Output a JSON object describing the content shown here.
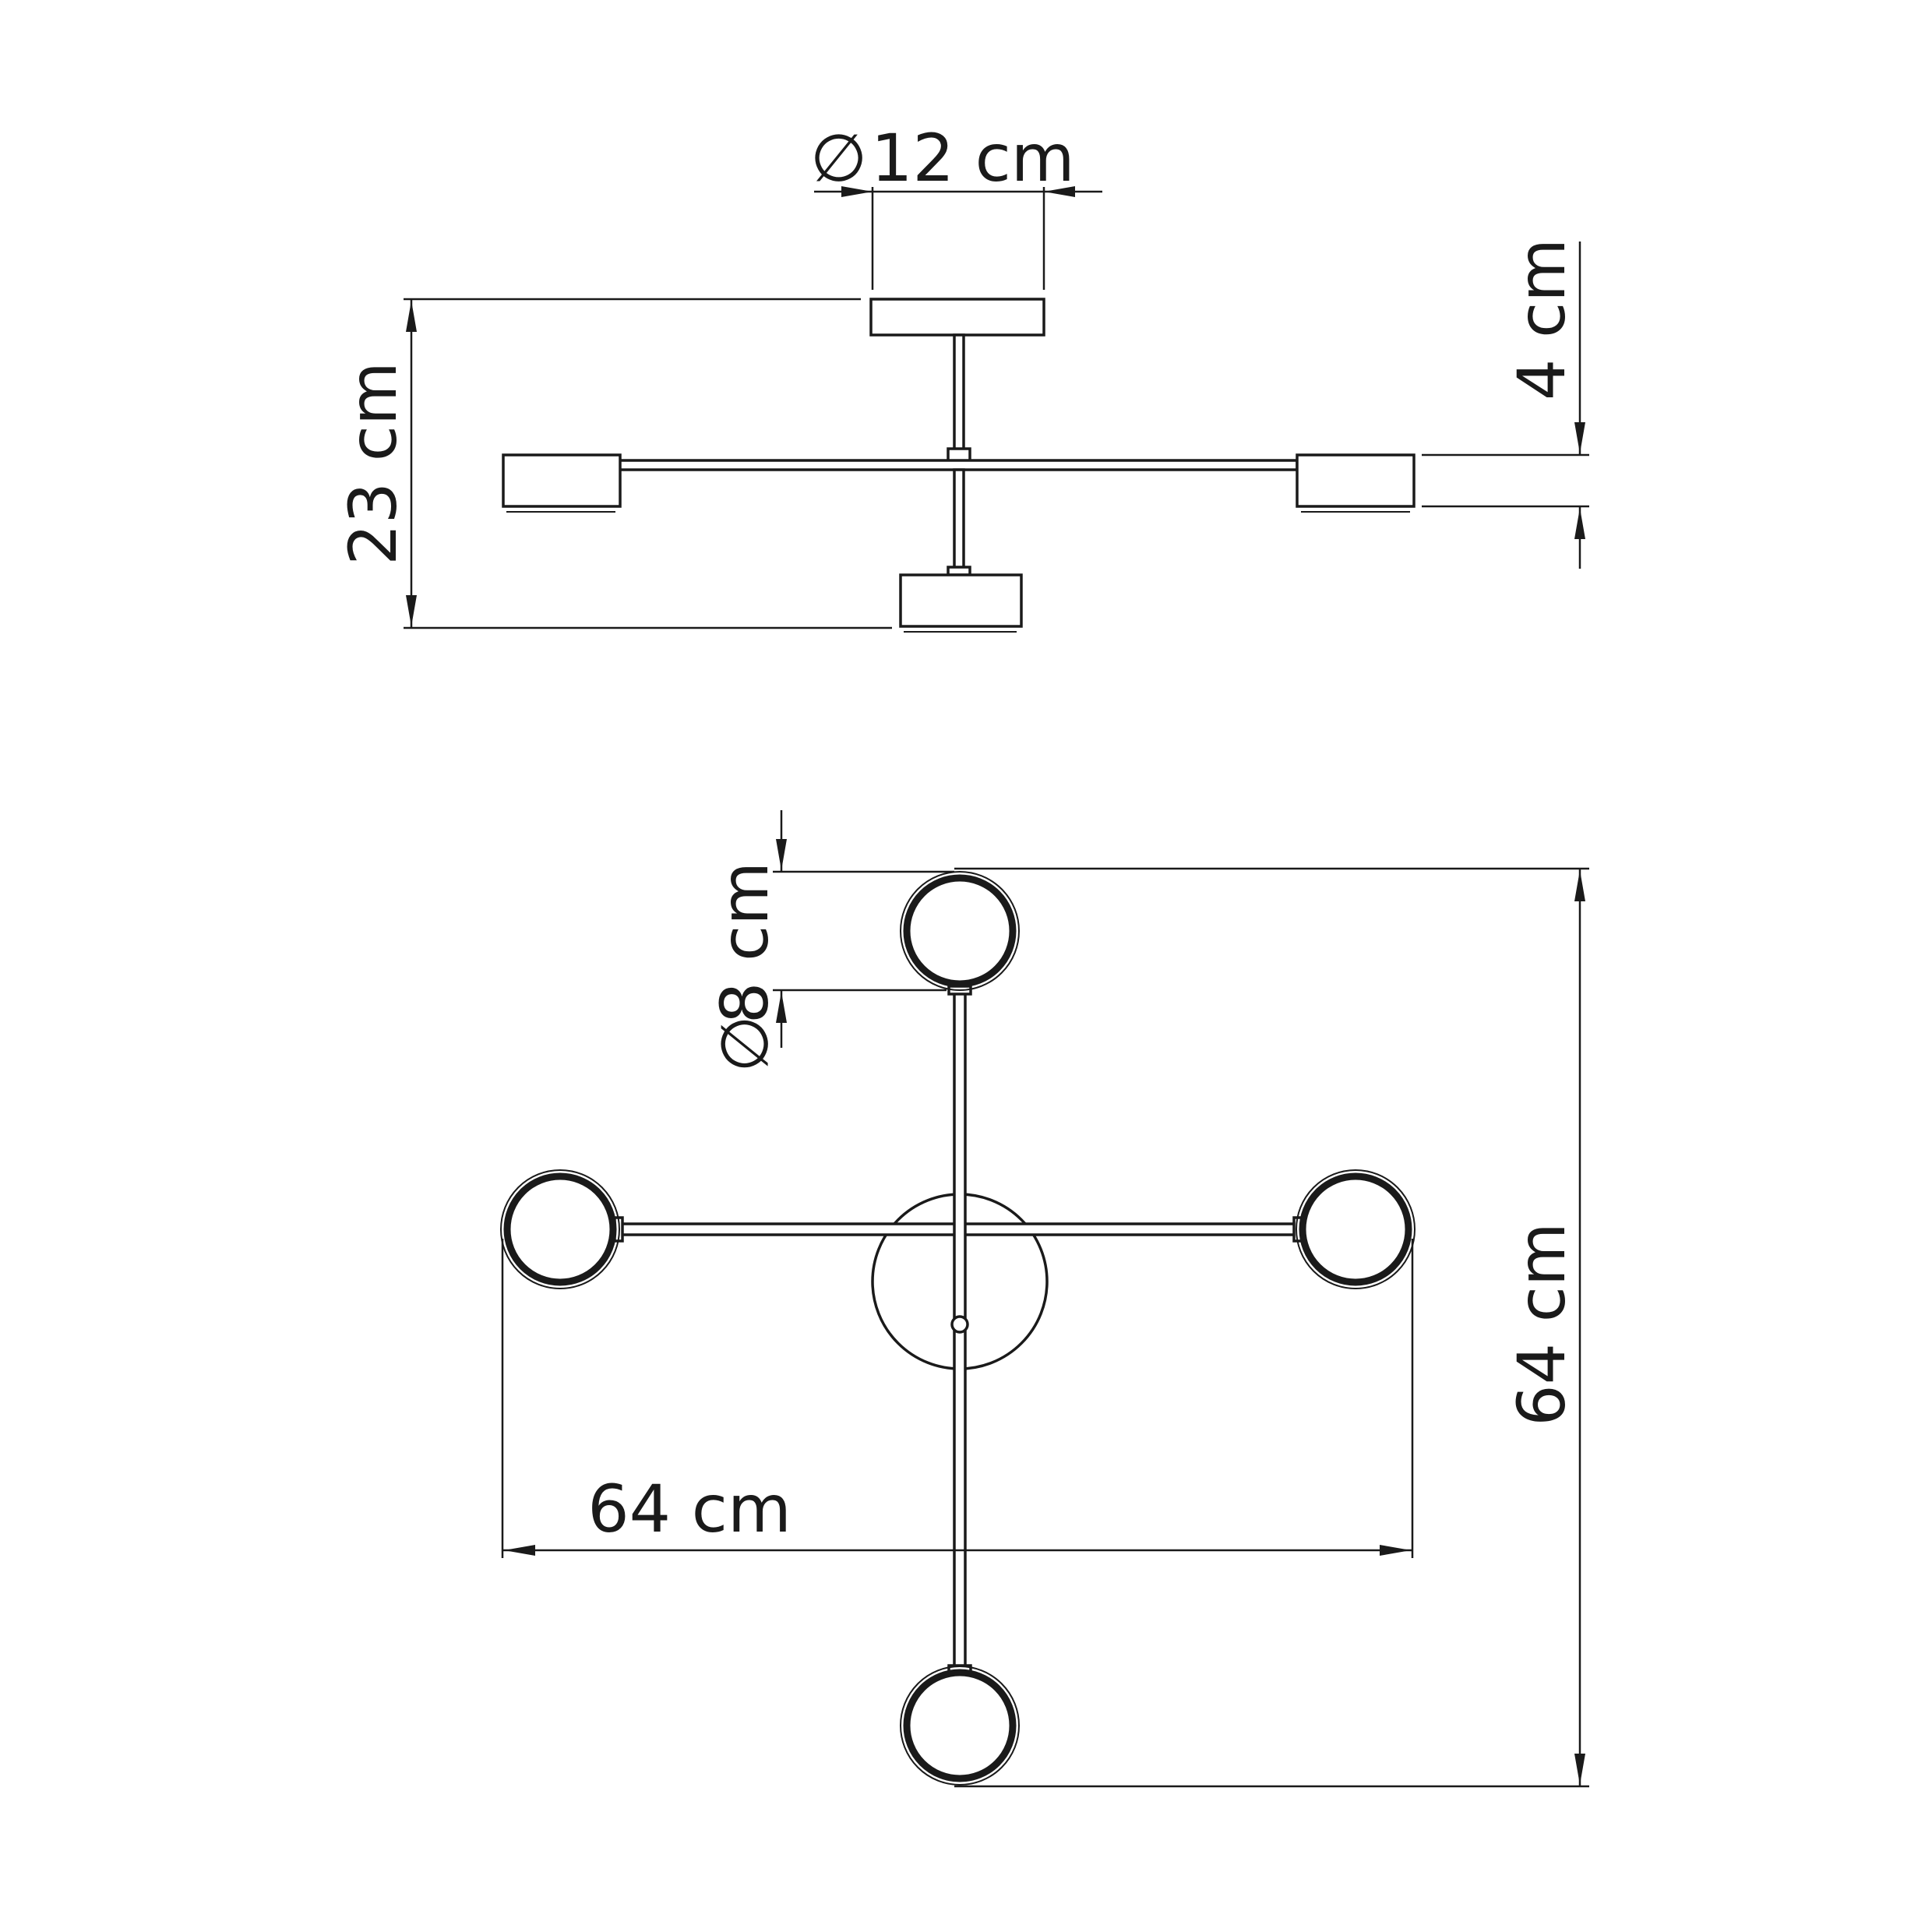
{
  "dimensions": {
    "canopy_diameter": "12 cm",
    "height_overall": "23 cm",
    "shade_height": "4 cm",
    "shade_diameter": "8 cm",
    "width_overall": "64 cm",
    "depth_overall": "64 cm"
  },
  "symbols": {
    "diameter": "∅"
  }
}
